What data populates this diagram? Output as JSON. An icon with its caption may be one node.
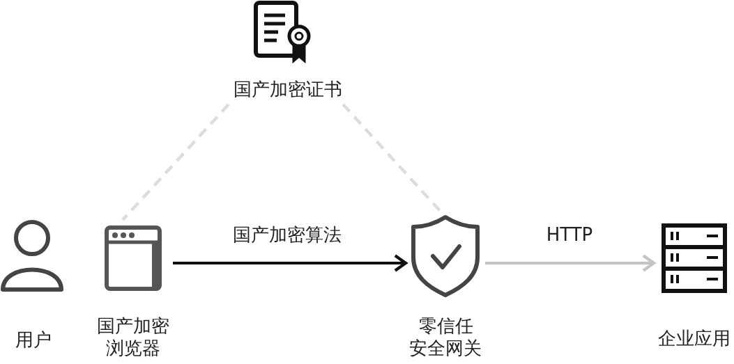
{
  "diagram": {
    "nodes": [
      {
        "text": [
          "国产加密证书"
        ]
      },
      {
        "text": [
          "用户"
        ]
      },
      {
        "text": [
          "国产加密浏览器"
        ]
      },
      {
        "text": [
          "零信任安全网关"
        ]
      },
      {
        "text": [
          "企业应用"
        ]
      }
    ],
    "edges": [
      {
        "from": 0,
        "to": 2,
        "arrow": "none",
        "style": "dashed",
        "color": "#dcdcdc"
      },
      {
        "from": 0,
        "to": 3,
        "arrow": "none",
        "style": "dashed",
        "color": "#dcdcdc"
      },
      {
        "from": 2,
        "to": 3,
        "arrow": "to",
        "label": "国产加密算法",
        "color": "#111111"
      },
      {
        "from": 3,
        "to": 4,
        "arrow": "to",
        "label": "HTTP",
        "color": "#c4c4c4"
      }
    ]
  }
}
